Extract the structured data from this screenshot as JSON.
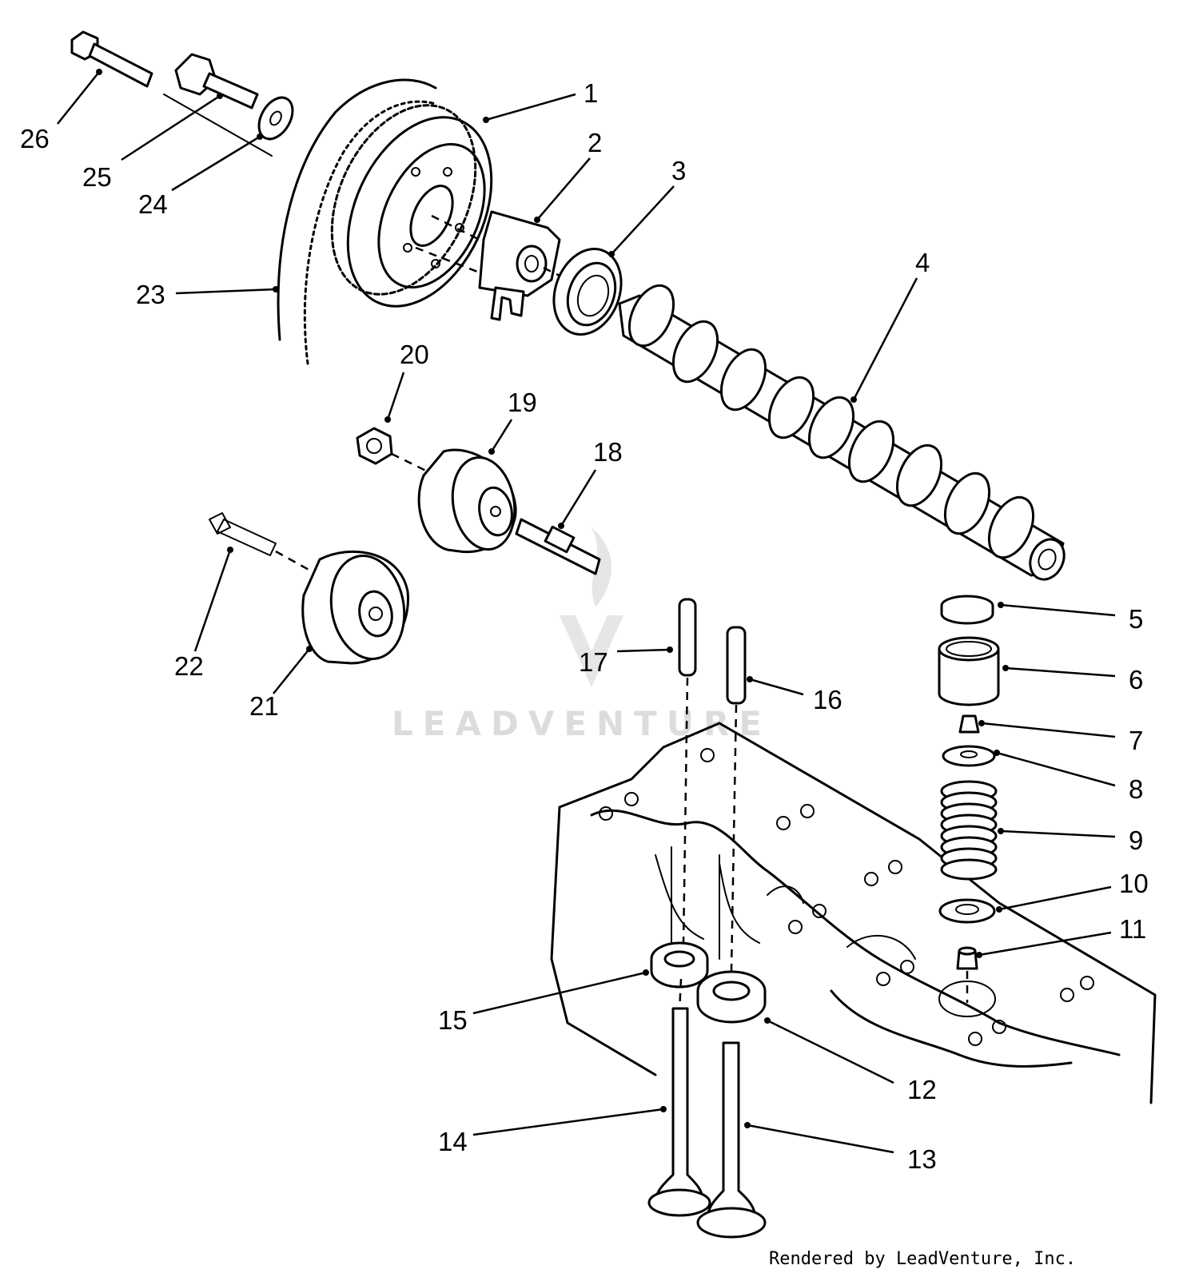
{
  "callouts": [
    {
      "id": "1",
      "label": "1"
    },
    {
      "id": "2",
      "label": "2"
    },
    {
      "id": "3",
      "label": "3"
    },
    {
      "id": "4",
      "label": "4"
    },
    {
      "id": "5",
      "label": "5"
    },
    {
      "id": "6",
      "label": "6"
    },
    {
      "id": "7",
      "label": "7"
    },
    {
      "id": "8",
      "label": "8"
    },
    {
      "id": "9",
      "label": "9"
    },
    {
      "id": "10",
      "label": "10"
    },
    {
      "id": "11",
      "label": "11"
    },
    {
      "id": "12",
      "label": "12"
    },
    {
      "id": "13",
      "label": "13"
    },
    {
      "id": "14",
      "label": "14"
    },
    {
      "id": "15",
      "label": "15"
    },
    {
      "id": "16",
      "label": "16"
    },
    {
      "id": "17",
      "label": "17"
    },
    {
      "id": "18",
      "label": "18"
    },
    {
      "id": "19",
      "label": "19"
    },
    {
      "id": "20",
      "label": "20"
    },
    {
      "id": "21",
      "label": "21"
    },
    {
      "id": "22",
      "label": "22"
    },
    {
      "id": "23",
      "label": "23"
    },
    {
      "id": "24",
      "label": "24"
    },
    {
      "id": "25",
      "label": "25"
    },
    {
      "id": "26",
      "label": "26"
    }
  ],
  "watermark": "LEADVENTURE",
  "credit": "Rendered by LeadVenture, Inc.",
  "colors": {
    "ink": "#000000",
    "background": "#ffffff",
    "watermark": "#dcdcdc"
  }
}
